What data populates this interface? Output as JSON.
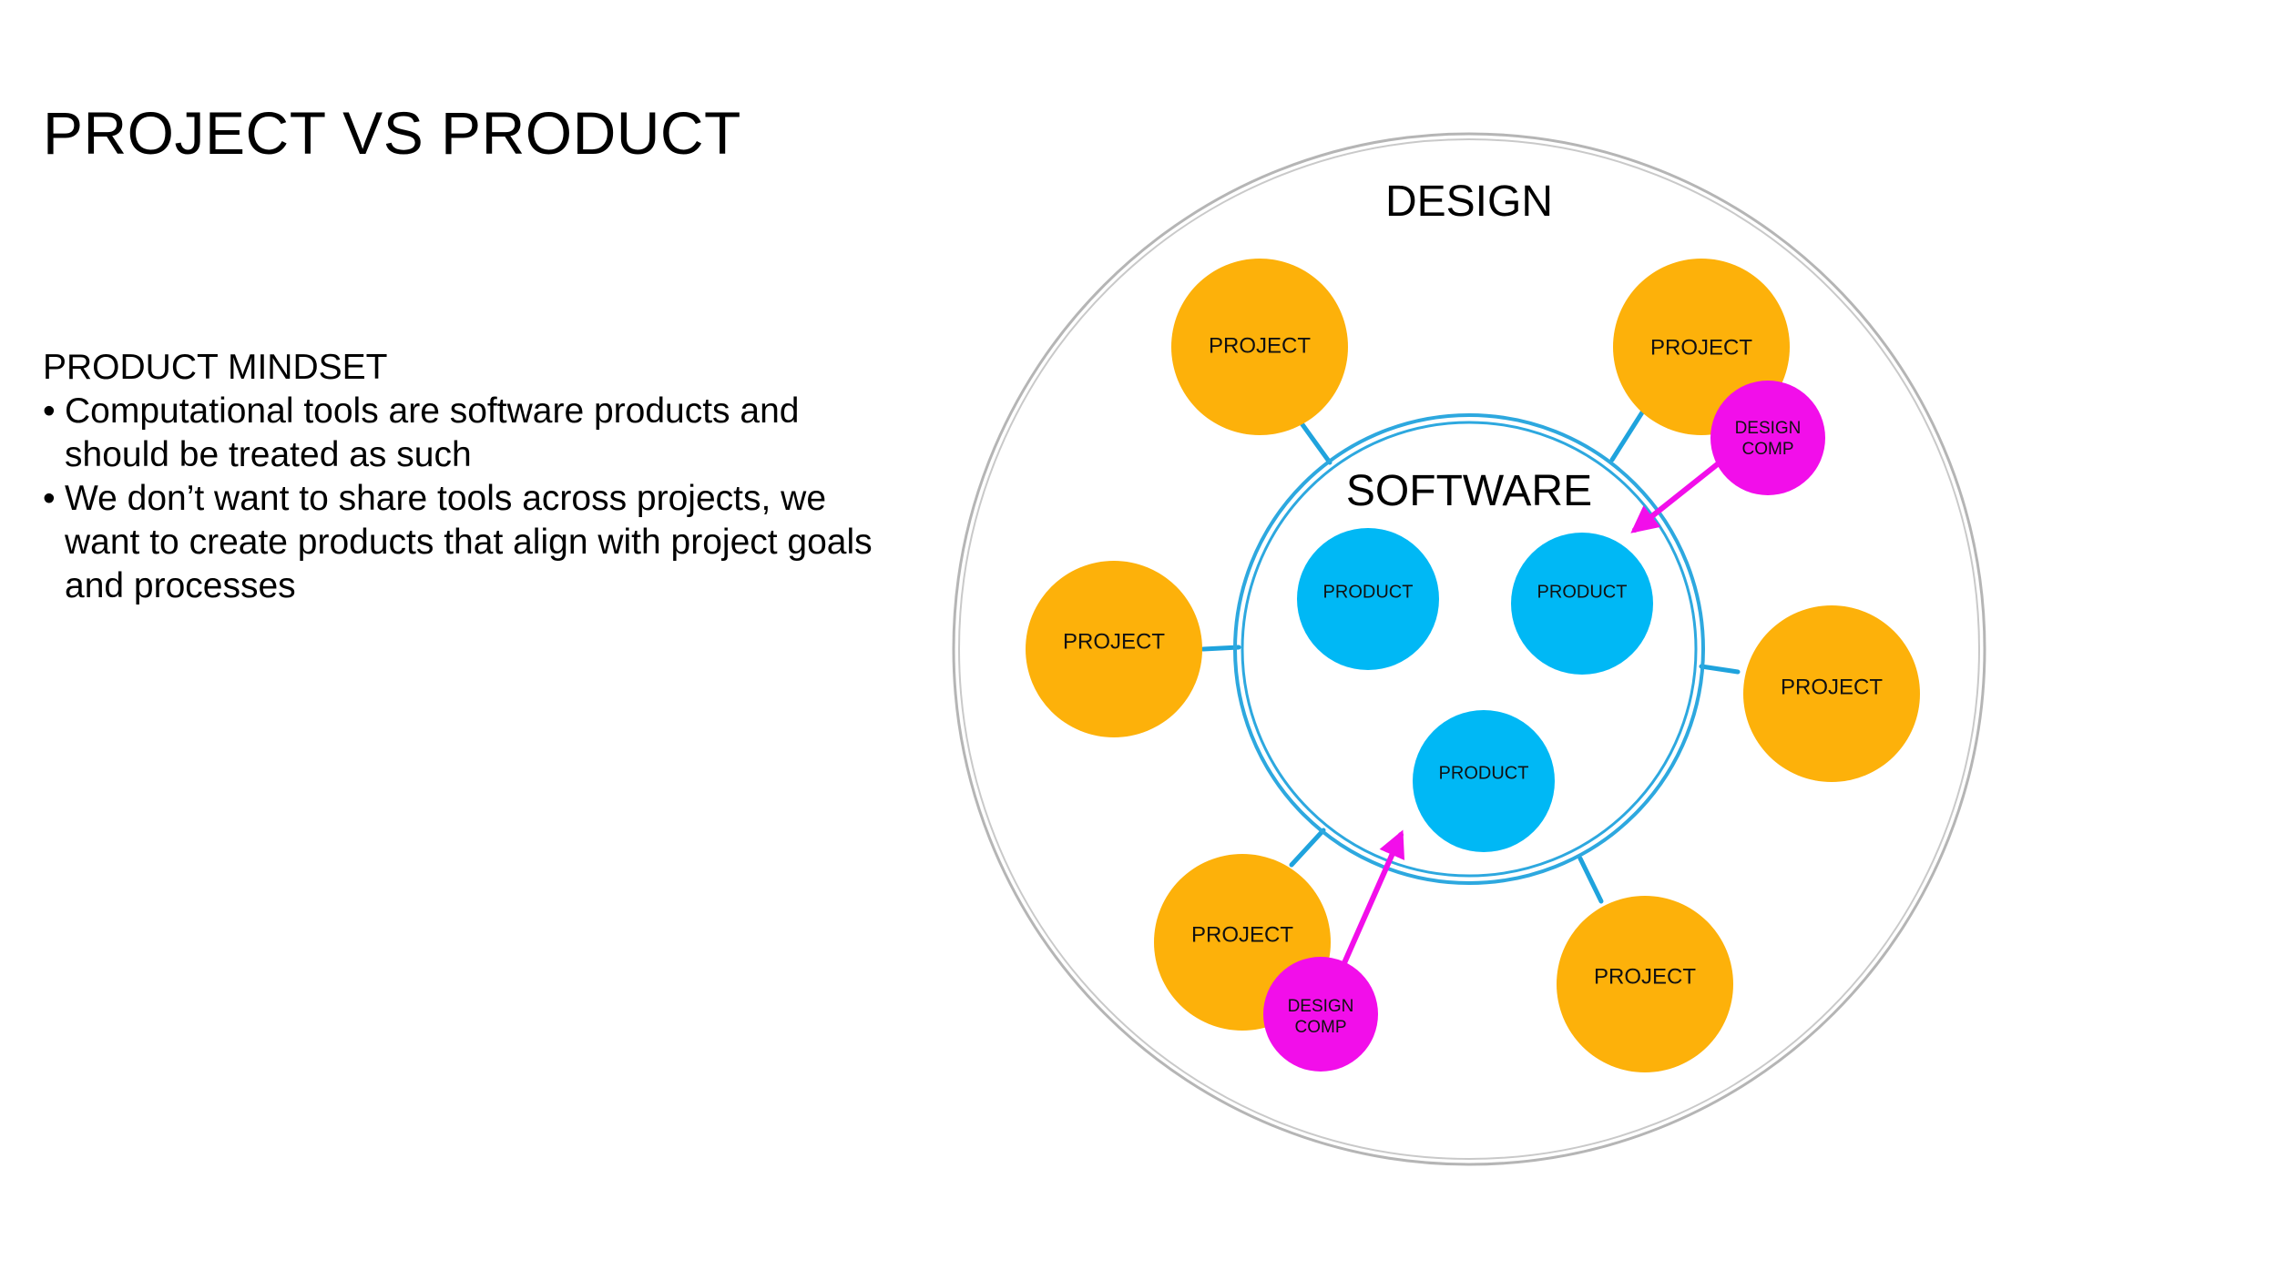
{
  "slide": {
    "title": "PROJECT VS PRODUCT",
    "mindset_heading": "PRODUCT MINDSET",
    "bullets": [
      "Computational tools are software products and should be treated as such",
      "We don’t want to share tools across projects, we want to create products that align with project goals and processes"
    ]
  },
  "diagram": {
    "outer_label": "DESIGN",
    "inner_label": "SOFTWARE",
    "project_label": "PROJECT",
    "product_label": "PRODUCT",
    "design_comp_line1": "DESIGN",
    "design_comp_line2": "COMP",
    "colors": {
      "project": "#FDB10A",
      "product": "#00B8F5",
      "design_comp": "#F20EEA",
      "arrow": "#F20EEA",
      "connector": "#1FA3DD",
      "software_ring": "#2DA8DF",
      "design_ring": "#B5B5B5"
    }
  }
}
